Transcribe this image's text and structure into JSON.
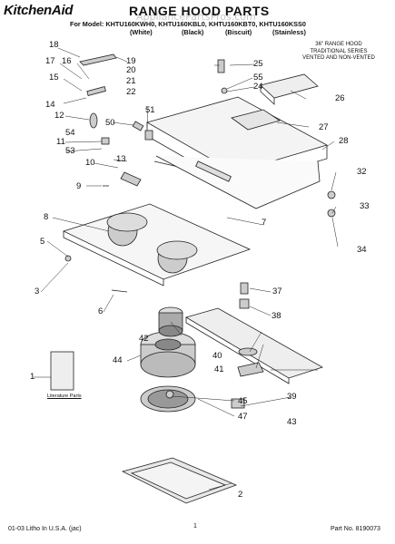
{
  "header": {
    "brand": "KitchenAid",
    "title": "RANGE HOOD PARTS",
    "watermark": "AppliancePartsPros.com",
    "model_line": "For Model: KHTU160KWH0, KHTU160KBL0, KHTU160KBT0, KHTU160KSS0",
    "colors": [
      "(White)",
      "(Black)",
      "(Biscuit)",
      "(Stainless)"
    ],
    "description": [
      "36\" RANGE HOOD",
      "TRADITIONAL SERIES",
      "VENTED AND NON-VENTED"
    ]
  },
  "literature_label": "Literature Parts",
  "footer": {
    "left": "01-03 Litho In U.S.A. (jac)",
    "page": "1",
    "part_number": "Part No. 8190073"
  },
  "callouts": [
    "1",
    "2",
    "3",
    "5",
    "6",
    "7",
    "8",
    "9",
    "10",
    "11",
    "12",
    "13",
    "14",
    "15",
    "16",
    "17",
    "18",
    "19",
    "20",
    "21",
    "22",
    "24",
    "25",
    "26",
    "27",
    "28",
    "32",
    "33",
    "34",
    "37",
    "38",
    "39",
    "40",
    "41",
    "42",
    "43",
    "44",
    "45",
    "47",
    "50",
    "51",
    "53",
    "54",
    "55"
  ]
}
